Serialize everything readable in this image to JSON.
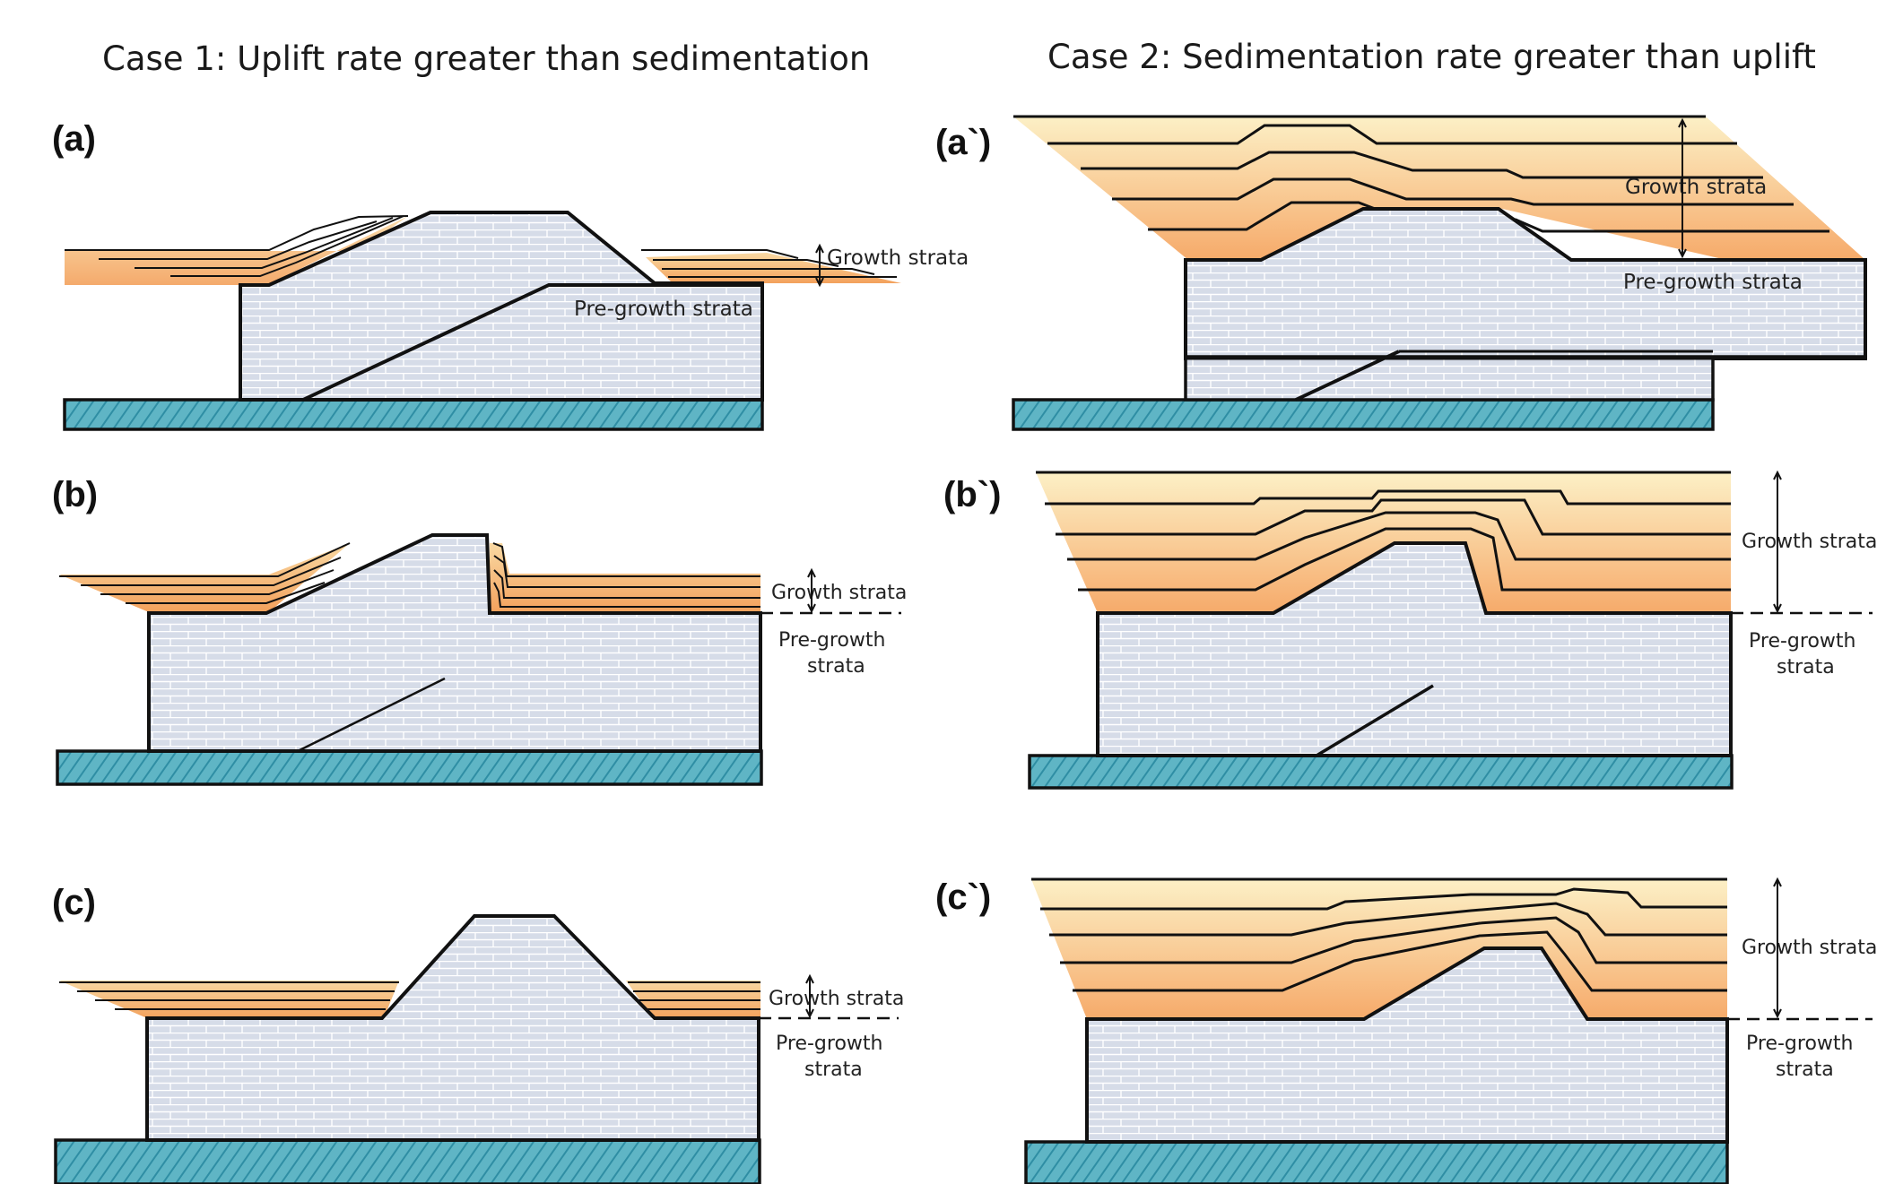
{
  "titles": {
    "case1": "Case 1:  Uplift rate greater than sedimentation",
    "case2": "Case 2:  Sedimentation rate greater than uplift"
  },
  "panels": [
    {
      "label": "(a)",
      "growth": "Growth strata",
      "pre": "Pre-growth strata"
    },
    {
      "label": "(b)",
      "growth": "Growth strata",
      "pre_line1": "Pre-growth",
      "pre_line2": "strata"
    },
    {
      "label": "(c)",
      "growth": "Growth strata",
      "pre_line1": "Pre-growth",
      "pre_line2": "strata"
    },
    {
      "label": "(a`)",
      "growth": "Growth strata",
      "pre": "Pre-growth strata"
    },
    {
      "label": "(b`)",
      "growth": "Growth strata",
      "pre_line1": "Pre-growth",
      "pre_line2": "strata"
    },
    {
      "label": "(c`)",
      "growth": "Growth strata",
      "pre_line1": "Pre-growth",
      "pre_line2": "strata"
    }
  ],
  "colors": {
    "pre_growth_fill": "#d5dbe6",
    "basement": "#5fb6c6",
    "growth_light": "#fbedc0",
    "growth_dark": "#f6ad6e",
    "outline": "#111111"
  }
}
